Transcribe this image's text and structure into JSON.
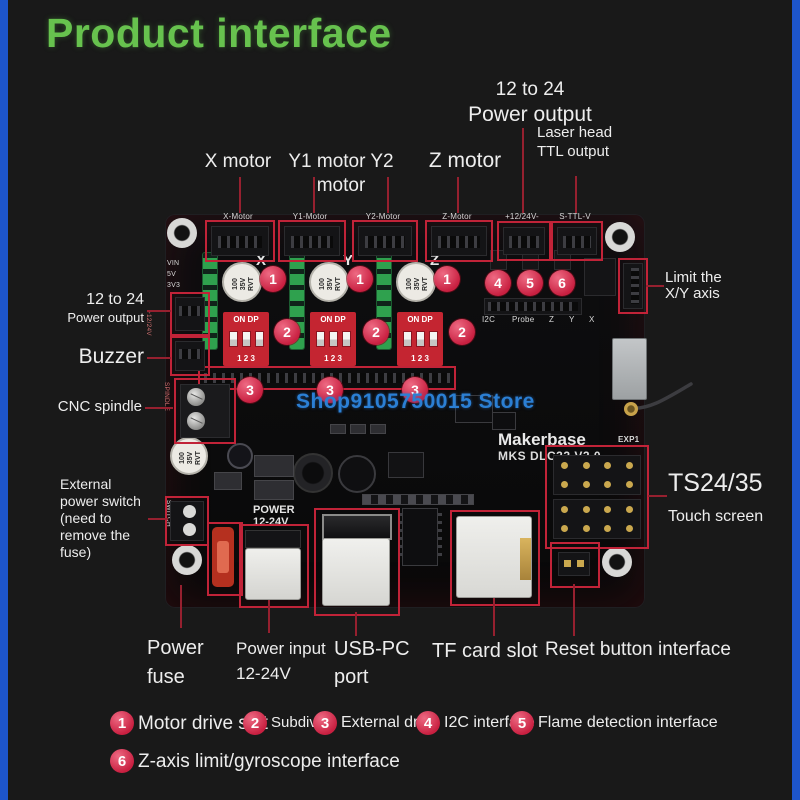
{
  "title": "Product interface",
  "watermark": "Shop9105750015 Store",
  "colors": {
    "title_green": "#67c24e",
    "leader_red": "#96202f",
    "box_red": "#c12338",
    "badge_red": "#c81f40",
    "watermark_blue": "#2b7fd4",
    "edge_blue": "#1d55cc"
  },
  "callouts": {
    "power_out_top_l1": "12 to 24",
    "power_out_top_l2": "Power output",
    "laser_l1": "Laser head",
    "laser_l2": "TTL output",
    "x_motor": "X motor",
    "y_motor": "Y1 motor Y2 motor",
    "z_motor": "Z motor",
    "power_out_left_l1": "12 to 24",
    "power_out_left_l2": "Power output",
    "buzzer": "Buzzer",
    "cnc_spindle": "CNC spindle",
    "ext_switch_l1": "External",
    "ext_switch_l2": "power switch",
    "ext_switch_l3": "(need to",
    "ext_switch_l4": "remove the",
    "ext_switch_l5": "fuse)",
    "limit_l1": "Limit the",
    "limit_l2": "X/Y axis",
    "touch_l1": "TS24/35",
    "touch_l2": "Touch screen",
    "fuse_l1": "Power",
    "fuse_l2": "fuse",
    "pwr_in_l1": "Power input",
    "pwr_in_l2": "12-24V",
    "usb_l1": "USB-PC",
    "usb_l2": "port",
    "tf": "TF card slot",
    "reset": "Reset button interface"
  },
  "board": {
    "connectors": [
      "X-Motor",
      "Y1-Motor",
      "Y2-Motor",
      "Z-Motor",
      "+12/24V-",
      "S-TTL-V"
    ],
    "axes": [
      "X",
      "Y",
      "Z"
    ],
    "cap": {
      "l1": "100",
      "l2": "35V",
      "l3": "RVT"
    },
    "dip_on": "ON DP",
    "dip_nums": "1 2 3",
    "badge1": "1",
    "badge2": "2",
    "badge3": "3",
    "badge4": "4",
    "badge5": "5",
    "badge6": "6",
    "silk": {
      "i2c": "I2C",
      "probe": "Probe",
      "z": "Z",
      "y": "Y",
      "x": "X",
      "exp1": "EXP1",
      "brand1": "Makerbase",
      "brand2": "MKS DLC32 V2.0",
      "power1": "POWER",
      "power2": "12-24V",
      "spindle": "SPINDLE",
      "switch": "SWITCH",
      "v1224": "+12/24V",
      "vin": "VIN",
      "v5": "5V",
      "v33": "3V3"
    }
  },
  "legend": [
    {
      "num": "1",
      "label": "Motor drive slot"
    },
    {
      "num": "2",
      "label": "Subdivide"
    },
    {
      "num": "3",
      "label": "External drive"
    },
    {
      "num": "4",
      "label": "I2C interface"
    },
    {
      "num": "5",
      "label": "Flame detection interface"
    },
    {
      "num": "6",
      "label": "Z-axis limit/gyroscope interface"
    }
  ]
}
